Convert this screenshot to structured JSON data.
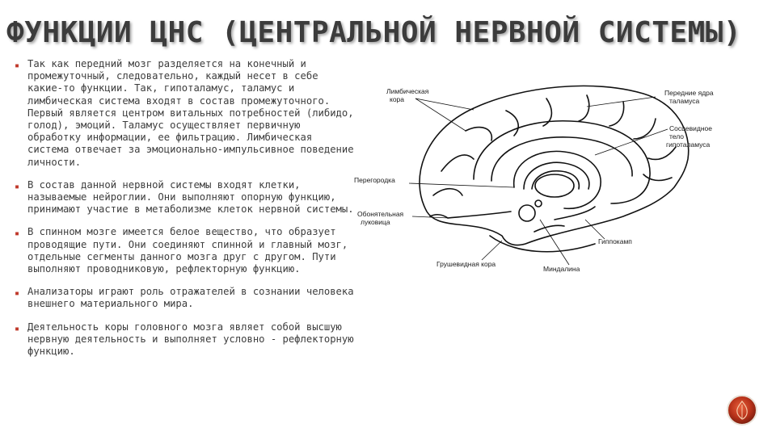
{
  "slide": {
    "title": "ФУНКЦИИ ЦНС (ЦЕНТРАЛЬНОЙ НЕРВНОЙ СИСТЕМЫ)",
    "bullets": [
      "Так как передний мозг разделяется на конечный и промежуточный, следовательно, каждый несет в себе какие-то функции. Так, гипоталамус, таламус и лимбическая система входят в состав промежуточного. Первый является центром витальных потребностей (либидо, голод), эмоций. Таламус осуществляет первичную обработку информации, ее фильтрацию. Лимбическая система отвечает за эмоционально-импульсивное поведение личности.",
      "В состав данной нервной системы входят клетки, называемые нейроглии. Они выполняют опорную функцию, принимают участие в метаболизме клеток нервной системы.",
      "В спинном мозге имеется белое вещество, что образует проводящие пути. Они соединяют спинной и главный мозг, отдельные сегменты данного мозга друг с другом. Пути выполняют проводниковую, рефлекторную функцию.",
      "Анализаторы играют роль отражателей в сознании человека внешнего материального мира.",
      "Деятельность коры головного мозга являет собой высшую нервную деятельность и выполняет условно - рефлекторную функцию."
    ],
    "bullet_marker": "▪",
    "accent_color": "#c0392b"
  },
  "figure": {
    "labels": {
      "limbic_cortex_1": "Лимбическая",
      "limbic_cortex_2": "кора",
      "anterior_nuclei_1": "Передние ядра",
      "anterior_nuclei_2": "таламуса",
      "mammillary_1": "Сосцевидное",
      "mammillary_2": "тело",
      "mammillary_3": "гипоталамуса",
      "septum": "Перегородка",
      "olfactory_1": "Обонятельная",
      "olfactory_2": "луковица",
      "hippocampus": "Гиппокамп",
      "piriform": "Грушевидная кора",
      "amygdala": "Миндалина"
    }
  }
}
